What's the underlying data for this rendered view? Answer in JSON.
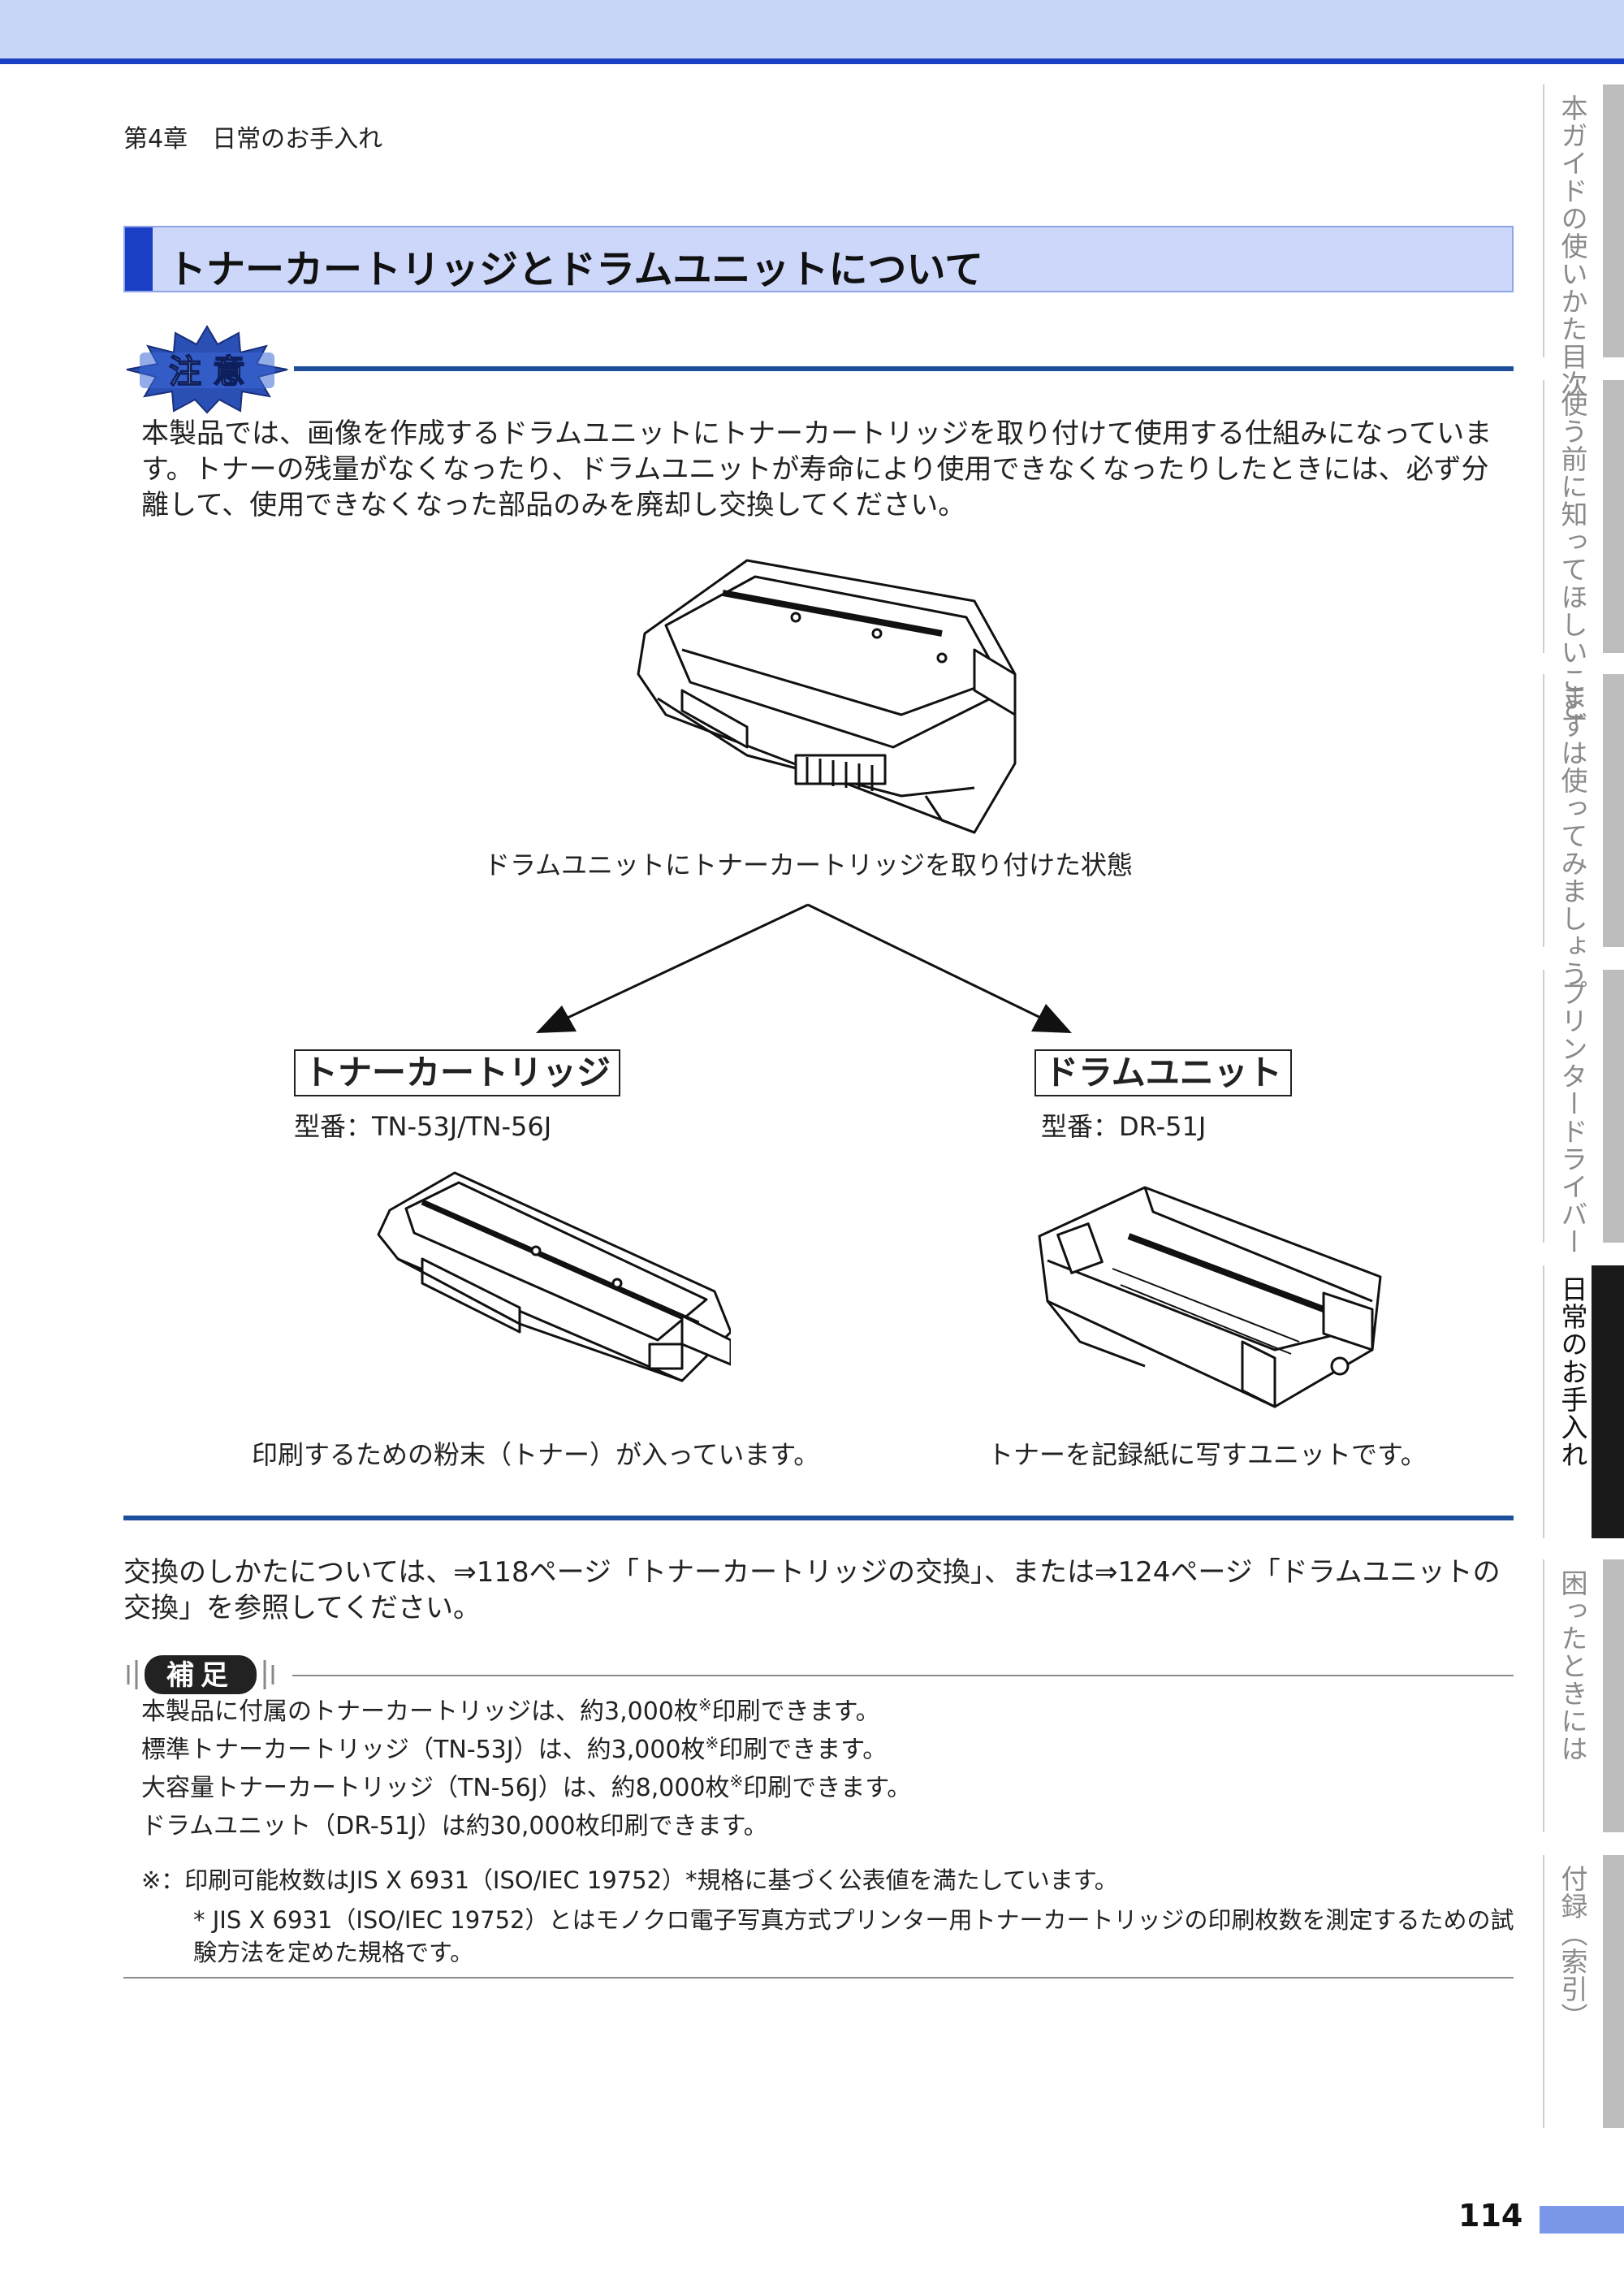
{
  "header": {
    "chapter": "第4章　日常のお手入れ"
  },
  "section": {
    "title": "トナーカートリッジとドラムユニットについて"
  },
  "caution": {
    "badge": "注 意",
    "text": "本製品では、画像を作成するドラムユニットにトナーカートリッジを取り付けて使用する仕組みになっています。トナーの残量がなくなったり、ドラムユニットが寿命により使用できなくなったりしたときには、必ず分離して、使用できなくなった部品のみを廃却し交換してください。"
  },
  "figure": {
    "combined_caption": "ドラムユニットにトナーカートリッジを取り付けた状態",
    "toner": {
      "label": "トナーカートリッジ",
      "model": "型番：TN-53J/TN-56J",
      "caption": "印刷するための粉末（トナー）が入っています。"
    },
    "drum": {
      "label": "ドラムユニット",
      "model": "型番：DR-51J",
      "caption": "トナーを記録紙に写すユニットです。"
    }
  },
  "replace_text": "交換のしかたについては、⇒118ページ「トナーカートリッジの交換」、または⇒124ページ「ドラムユニットの交換」を参照してください。",
  "supplement": {
    "badge": "補足",
    "lines": [
      {
        "pre": "本製品に付属のトナーカートリッジは、約3,000枚",
        "mark": "※",
        "post": "印刷できます。"
      },
      {
        "pre": "標準トナーカートリッジ（TN-53J）は、約3,000枚",
        "mark": "※",
        "post": "印刷できます。"
      },
      {
        "pre": "大容量トナーカートリッジ（TN-56J）は、約8,000枚",
        "mark": "※",
        "post": "印刷できます。"
      },
      {
        "pre": "ドラムユニット（DR-51J）は約30,000枚印刷できます。",
        "mark": "",
        "post": ""
      }
    ],
    "footnote1": "※：印刷可能枚数はJIS X 6931（ISO/IEC 19752）*規格に基づく公表値を満たしています。",
    "footnote2": "* JIS X 6931（ISO/IEC 19752）とはモノクロ電子写真方式プリンター用トナーカートリッジの印刷枚数を測定するための試験方法を定めた規格です。"
  },
  "page_number": "114",
  "side_tabs": [
    {
      "label": "本ガイドの使いかた目次",
      "active": false
    },
    {
      "label": "使う前に知ってほしいこと",
      "active": false
    },
    {
      "label": "まずは使ってみましょう",
      "active": false
    },
    {
      "label": "プリンタードライバー",
      "active": false
    },
    {
      "label": "日常のお手入れ",
      "active": true
    },
    {
      "label": "困ったときには",
      "active": false
    },
    {
      "label": "付録（索引）",
      "active": false
    }
  ]
}
